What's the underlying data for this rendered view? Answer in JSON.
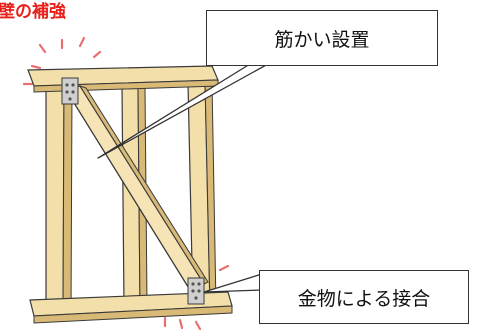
{
  "title": "壁の補強",
  "callouts": {
    "brace": "筋かい設置",
    "hardware": "金物による接合"
  },
  "colors": {
    "title": "#e8201a",
    "wood": "#f3dfaa",
    "wood_dark": "#d8b976",
    "outline": "#3a3a3a",
    "sparkle": "#e04040",
    "hardware": "#c9c9c9"
  }
}
